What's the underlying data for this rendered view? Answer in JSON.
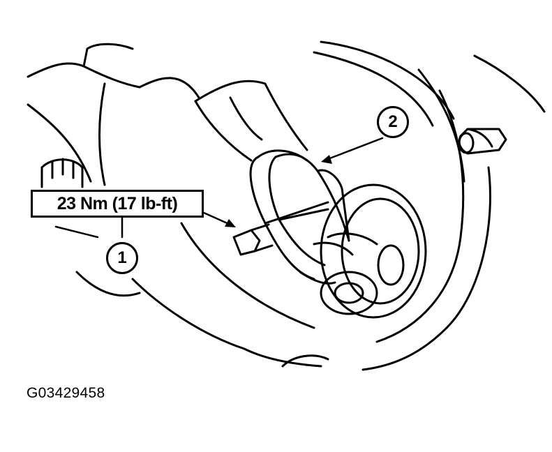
{
  "figure": {
    "figure_id": "G03429458",
    "torque_label": "23 Nm (17 lb-ft)",
    "callouts": [
      {
        "number": "1"
      },
      {
        "number": "2"
      }
    ]
  },
  "colors": {
    "line": "#000000",
    "background": "#ffffff"
  }
}
